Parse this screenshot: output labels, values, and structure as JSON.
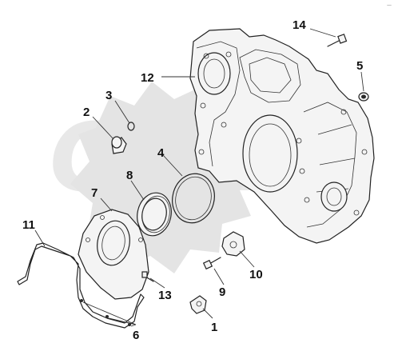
{
  "watermark": {
    "text": "OPEX",
    "color": "#e4e4e4"
  },
  "corner_mark": "—",
  "callouts": [
    {
      "id": "14",
      "label": "14"
    },
    {
      "id": "12",
      "label": "12"
    },
    {
      "id": "3",
      "label": "3"
    },
    {
      "id": "2",
      "label": "2"
    },
    {
      "id": "5",
      "label": "5"
    },
    {
      "id": "4",
      "label": "4"
    },
    {
      "id": "8",
      "label": "8"
    },
    {
      "id": "7",
      "label": "7"
    },
    {
      "id": "11",
      "label": "11"
    },
    {
      "id": "10",
      "label": "10"
    },
    {
      "id": "9",
      "label": "9"
    },
    {
      "id": "13",
      "label": "13"
    },
    {
      "id": "1",
      "label": "1"
    },
    {
      "id": "6",
      "label": "6"
    }
  ]
}
